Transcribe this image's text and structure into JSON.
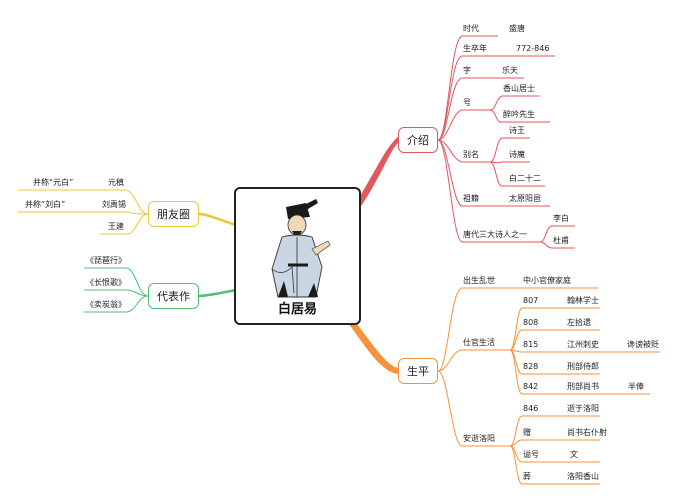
{
  "colors": {
    "intro": "#e3575f",
    "life": "#f5923e",
    "friends": "#e8c93a",
    "works": "#4fbe79",
    "center_border": "#222222"
  },
  "center": {
    "title": "白居易",
    "portrait_icon": "scholar-portrait-icon"
  },
  "branches": {
    "intro": {
      "label": "介绍",
      "time_key": "时代",
      "time_val": "盛唐",
      "years_key": "生卒年",
      "years_val": "772-846",
      "zi_key": "字",
      "zi_val": "乐天",
      "hao_key": "号",
      "hao_val1": "香山居士",
      "hao_val2": "醉吟先生",
      "alias_key": "别名",
      "alias_val1": "诗王",
      "alias_val2": "诗魔",
      "alias_val3": "白二十二",
      "home_key": "祖籍",
      "home_val": "太原阳邑",
      "three_key": "唐代三大诗人之一",
      "three_val1": "李白",
      "three_val2": "杜甫"
    },
    "life": {
      "label": "生平",
      "birth_key": "出生乱世",
      "birth_val": "中小官僚家庭",
      "career_key": "仕官生活",
      "c1_year": "807",
      "c1_role": "翰林学士",
      "c2_year": "808",
      "c2_role": "左拾遗",
      "c3_year": "815",
      "c3_role": "江州刺史",
      "c3_note": "谗谤被贬",
      "c4_year": "828",
      "c4_role": "刑部侍郎",
      "c5_year": "842",
      "c5_role": "刑部尚书",
      "c5_note": "半俸",
      "death_key": "安逝洛阳",
      "d1_key": "846",
      "d1_val": "逝于洛阳",
      "d2_key": "赠",
      "d2_val": "尚书右仆射",
      "d3_key": "谥号",
      "d3_val": "文",
      "d4_key": "葬",
      "d4_val": "洛阳香山"
    },
    "friends": {
      "label": "朋友圈",
      "f1_note": "并称“元白”",
      "f1_name": "元稹",
      "f2_note": "并称“刘白”",
      "f2_name": "刘禹锡",
      "f3_name": "王建"
    },
    "works": {
      "label": "代表作",
      "w1": "《琵琶行》",
      "w2": "《长恨歌》",
      "w3": "《卖炭翁》"
    }
  }
}
